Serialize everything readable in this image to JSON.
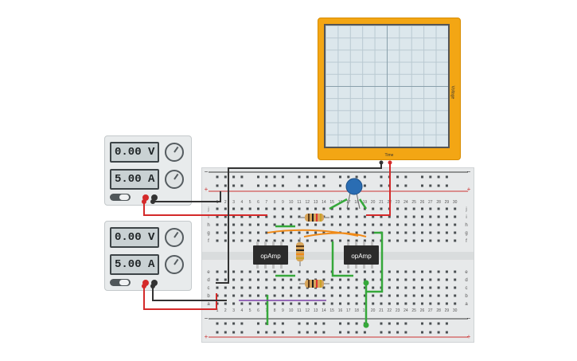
{
  "psu_top": {
    "voltage": "0.00 V",
    "current": "5.00 A"
  },
  "psu_bottom": {
    "voltage": "0.00 V",
    "current": "5.00 A"
  },
  "scope": {
    "x_label": "Time",
    "y_label": "Voltage"
  },
  "opamps": [
    {
      "label": "opAmp"
    },
    {
      "label": "opAmp"
    }
  ],
  "breadboard": {
    "column_numbers": [
      "1",
      "2",
      "3",
      "4",
      "5",
      "6",
      "7",
      "8",
      "9",
      "10",
      "11",
      "12",
      "13",
      "14",
      "15",
      "16",
      "17",
      "18",
      "19",
      "20",
      "21",
      "22",
      "23",
      "24",
      "25",
      "26",
      "27",
      "28",
      "29",
      "30"
    ],
    "row_letters_top": [
      "j",
      "i",
      "h",
      "g",
      "f"
    ],
    "row_letters_bottom": [
      "e",
      "d",
      "c",
      "b",
      "a"
    ],
    "plus_sign": "+",
    "minus_sign": "−"
  },
  "colors": {
    "wire_red": "#d42a2a",
    "wire_black": "#333333",
    "wire_green": "#35a83a",
    "wire_orange": "#f08a18",
    "wire_purple": "#7b3fa7",
    "scope_body": "#f3a614",
    "capacitor": "#2a6db3"
  }
}
